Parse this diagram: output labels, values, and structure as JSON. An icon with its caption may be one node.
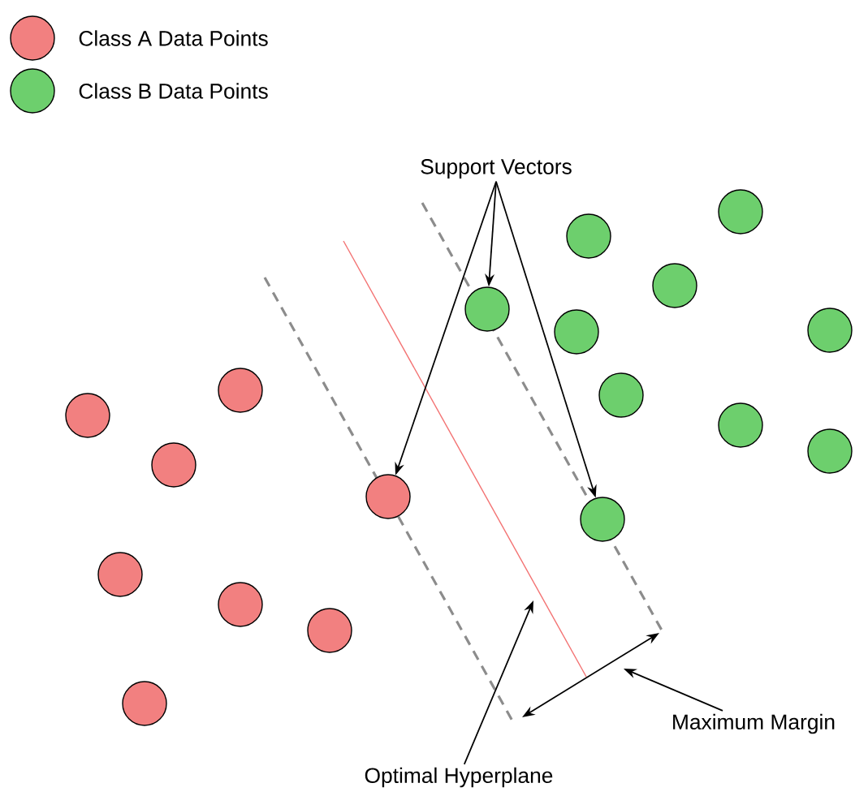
{
  "diagram": {
    "nodes": [
      {
        "text": [
          "Support Vectors"
        ]
      },
      {
        "text": [],
        "shape": "circle"
      },
      {
        "text": [],
        "shape": "circle"
      },
      {
        "text": [],
        "shape": "circle"
      },
      {
        "text": [
          "Optimal Hyperplane"
        ]
      },
      {
        "text": [
          "Maximum Margin"
        ]
      },
      {
        "text": [],
        "shape": "circle"
      },
      {
        "text": [],
        "shape": "circle"
      },
      {
        "text": [],
        "shape": "circle"
      },
      {
        "text": [],
        "shape": "circle"
      },
      {
        "text": [],
        "shape": "circle"
      },
      {
        "text": [],
        "shape": "circle"
      },
      {
        "text": [],
        "shape": "circle"
      },
      {
        "text": [],
        "shape": "circle"
      },
      {
        "text": [],
        "shape": "circle"
      },
      {
        "text": [],
        "shape": "circle"
      },
      {
        "text": [],
        "shape": "circle"
      },
      {
        "text": [],
        "shape": "circle"
      },
      {
        "text": [],
        "shape": "circle"
      },
      {
        "text": [],
        "shape": "circle"
      },
      {
        "text": [],
        "shape": "circle"
      }
    ],
    "edges": [
      {
        "from": 0,
        "to": 2,
        "arrow": "to"
      },
      {
        "from": 0,
        "to": 1,
        "arrow": "to"
      },
      {
        "from": 0,
        "to": 3,
        "arrow": "to"
      },
      {
        "from": 4,
        "to": null,
        "arrow": "to"
      },
      {
        "from": 5,
        "to": null,
        "arrow": "to"
      }
    ],
    "legend": [
      {
        "text": "Class A Data Points",
        "color": "#f28080"
      },
      {
        "text": "Class B Data Points",
        "color": "#6dcf6d"
      }
    ]
  }
}
